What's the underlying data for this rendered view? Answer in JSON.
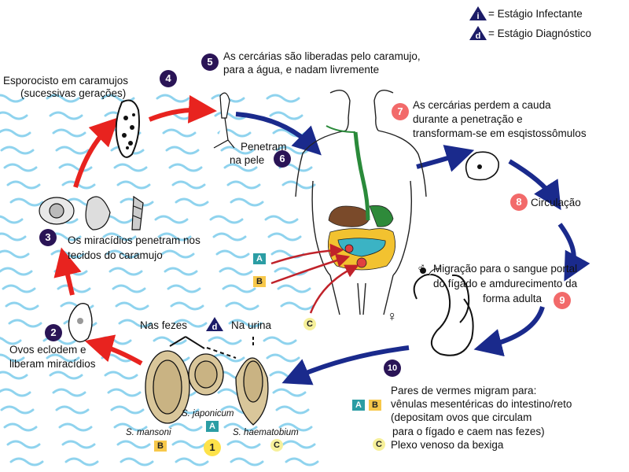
{
  "legend": {
    "infective_symbol": "i",
    "infective_label": "= Estágio Infectante",
    "diagnostic_symbol": "d",
    "diagnostic_label": "= Estágio Diagnóstico"
  },
  "steps": {
    "s1": {
      "num": "1"
    },
    "s2": {
      "num": "2",
      "line1": "Ovos eclodem e",
      "line2": "liberam miracídios"
    },
    "s3": {
      "num": "3",
      "line1": "Os miracídios penetram nos",
      "line2": "tecidos do caramujo"
    },
    "s4": {
      "num": "4",
      "line1": "Esporocisto em caramujos",
      "line2": "(sucessivas gerações)"
    },
    "s5": {
      "num": "5",
      "line1": "As cercárias são liberadas pelo caramujo,",
      "line2": "para a água, e nadam livremente"
    },
    "s6": {
      "num": "6",
      "line1": "Penetram",
      "line2": "na pele"
    },
    "s7": {
      "num": "7",
      "line1": "As cercárias perdem a cauda",
      "line2": "durante a penetração e",
      "line3": "transformam-se em esqistossômulos"
    },
    "s8": {
      "num": "8",
      "label": "Circulação"
    },
    "s9": {
      "num": "9",
      "line1": "Migração para o sangue portal",
      "line2": "do fígado e amdurecimento da",
      "line3": "forma adulta"
    },
    "s10": {
      "num": "10",
      "line1": "Pares de vermes migram para:",
      "line2": "vênulas mesentéricas do intestino/reto",
      "line3": "(depositam ovos que circulam",
      "line4": "para o fígado e caem nas fezes)",
      "line5": "Plexo venoso da bexiga"
    }
  },
  "eggs": {
    "feces_label": "Nas fezes",
    "urine_label": "Na urina",
    "diag_symbol": "d",
    "mansoni": "S. mansoni",
    "japonicum": "S. japonicum",
    "haematobium": "S. haematobium"
  },
  "keys": {
    "A": "A",
    "B": "B",
    "C": "C"
  },
  "colors": {
    "dark_badge": "#2a1456",
    "pink_badge": "#f26a6a",
    "arrow_red": "#e8231f",
    "arrow_blue": "#1a2a8c",
    "key_teal": "#2b9da4",
    "key_yellow": "#f7c84a",
    "water": "#8fd3ee"
  },
  "icons": [
    "snail-icon",
    "sporocyst-icon",
    "cercaria-icon",
    "schistosomulum-icon",
    "adult-worm-pair-icon",
    "egg-icon",
    "human-body-icon",
    "female-symbol-icon",
    "male-symbol-icon"
  ],
  "symbols": {
    "female": "♀",
    "male": "♂"
  }
}
